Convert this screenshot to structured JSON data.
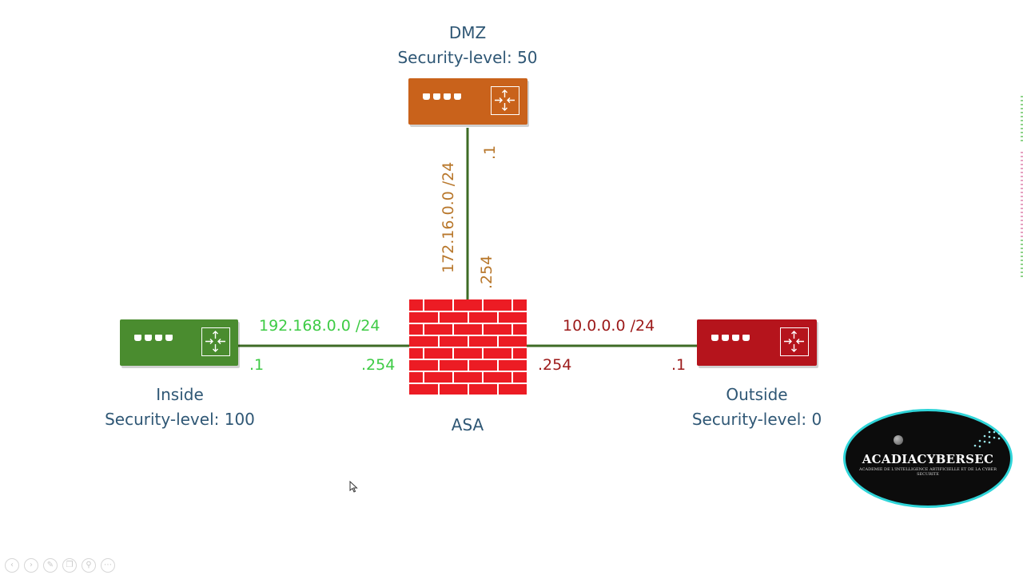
{
  "colors": {
    "inside": "#4a8c2f",
    "inside_text": "#3ecb45",
    "dmz": "#c9621b",
    "dmz_text": "#b8772b",
    "outside": "#b5141c",
    "outside_text": "#9c1a1a",
    "asa_wall": "#ec1c24",
    "label_text": "#2f5775",
    "link_line": "#3e6b25"
  },
  "dmz": {
    "name": "DMZ",
    "security_level": "Security-level: 50",
    "network": "172.16.0.0 /24",
    "device_ip": ".1",
    "asa_ip": ".254",
    "icon": "router-switch-icon"
  },
  "inside": {
    "name": "Inside",
    "security_level": "Security-level: 100",
    "network": "192.168.0.0 /24",
    "device_ip": ".1",
    "asa_ip": ".254",
    "icon": "router-switch-icon"
  },
  "outside": {
    "name": "Outside",
    "security_level": "Security-level: 0",
    "network": "10.0.0.0 /24",
    "device_ip": ".1",
    "asa_ip": ".254",
    "icon": "router-switch-icon"
  },
  "asa": {
    "name": "ASA",
    "icon": "firewall-brick-icon"
  },
  "logo": {
    "title": "ACADIACYBERSEC",
    "subtitle": "ACADEMIE DE L'INTELLIGENCE ARTIFICIELLE ET DE LA CYBER SECURITE"
  },
  "toolbar": {
    "buttons": [
      "previous-icon",
      "next-icon",
      "pen-icon",
      "copy-icon",
      "zoom-icon",
      "more-icon"
    ]
  }
}
